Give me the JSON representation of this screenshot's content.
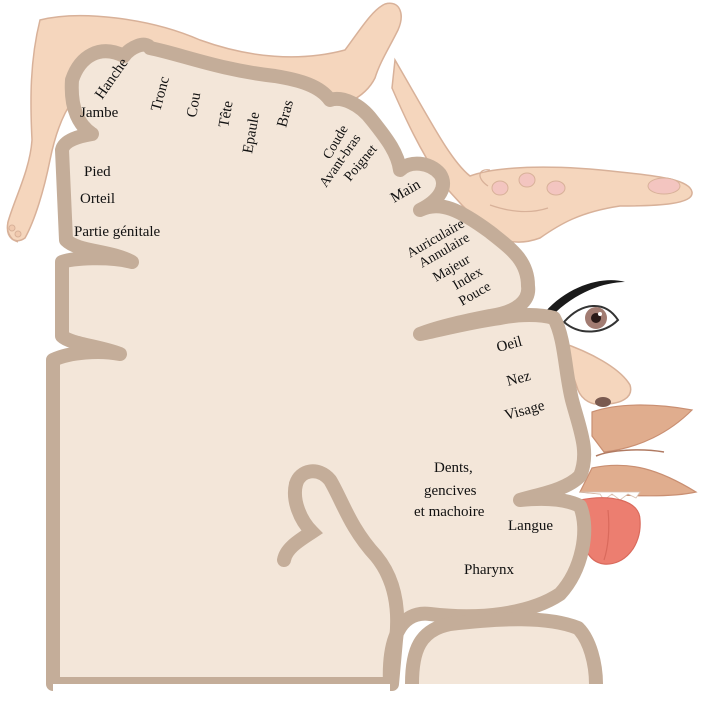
{
  "colors": {
    "cortex_fill": "#f3e6d9",
    "cortex_stroke": "#c4ad99",
    "skin": "#f5d6bd",
    "skin_outline": "#d8b199",
    "lip": "#e0ad8e",
    "tongue": "#ec7e70",
    "eyebrow": "#1a1a1a",
    "iris": "#a27c72"
  },
  "icons": [
    "body-figure",
    "hand-figure",
    "eye-figure",
    "nose-figure",
    "mouth-figure",
    "tongue-figure"
  ],
  "labels": {
    "hanche": "Hanche",
    "jambe": "Jambe",
    "tronc": "Tronc",
    "cou": "Cou",
    "tete": "Tête",
    "epaule": "Epaule",
    "bras": "Bras",
    "coude": "Coude",
    "avant_bras": "Avant-bras",
    "poignet": "Poignet",
    "main": "Main",
    "pied": "Pied",
    "orteil": "Orteil",
    "partie_genitale": "Partie génitale",
    "auriculaire": "Auriculaire",
    "annulaire": "Annulaire",
    "majeur": "Majeur",
    "index": "Index",
    "pouce": "Pouce",
    "oeil": "Oeil",
    "nez": "Nez",
    "visage": "Visage",
    "dents_line1": "Dents,",
    "dents_line2": "gencives",
    "dents_line3": "et machoire",
    "langue": "Langue",
    "pharynx": "Pharynx"
  }
}
